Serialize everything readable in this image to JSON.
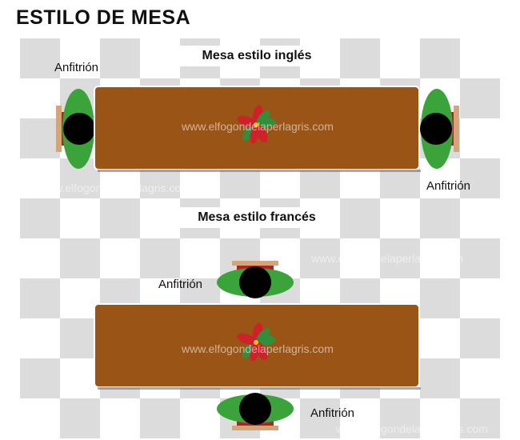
{
  "title": "ESTILO DE MESA",
  "sections": {
    "english": {
      "heading": "Mesa estilo inglés"
    },
    "french": {
      "heading": "Mesa estilo francés"
    }
  },
  "host_label": "Anfitrión",
  "watermark": "www.elfogondelaperlagris.com",
  "colors": {
    "table_wood": "#9a5416",
    "table_border": "#ffffff",
    "checker_gray": "#dcdcdc",
    "chair_green": "#3aa33a",
    "chair_red": "#b52020",
    "chair_tan": "#d2a679",
    "head_black": "#000000",
    "flower_red": "#d0202a",
    "flower_green": "#2f8f3a"
  }
}
